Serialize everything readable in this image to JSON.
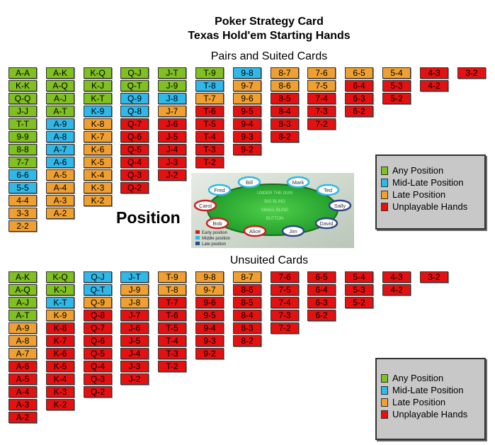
{
  "title_line1": "Poker Strategy Card",
  "title_line2": "Texas Hold'em Starting Hands",
  "section_suited": "Pairs and Suited Cards",
  "section_unsuited": "Unsuited Cards",
  "position_word": "Position",
  "colors": {
    "G": "#80c020",
    "B": "#30b8e8",
    "O": "#f0a030",
    "R": "#e51010"
  },
  "legend": [
    {
      "label": "Any Position",
      "color": "G"
    },
    {
      "label": "Mid-Late Position",
      "color": "B"
    },
    {
      "label": "Late Position",
      "color": "O"
    },
    {
      "label": "Unplayable Hands",
      "color": "R"
    }
  ],
  "suited_grid": [
    [
      [
        "A-A",
        "G"
      ],
      [
        "K-K",
        "G"
      ],
      [
        "Q-Q",
        "G"
      ],
      [
        "J-J",
        "G"
      ],
      [
        "T-T",
        "G"
      ],
      [
        "9-9",
        "G"
      ],
      [
        "8-8",
        "G"
      ],
      [
        "7-7",
        "G"
      ],
      [
        "6-6",
        "B"
      ],
      [
        "5-5",
        "B"
      ],
      [
        "4-4",
        "O"
      ],
      [
        "3-3",
        "O"
      ],
      [
        "2-2",
        "O"
      ]
    ],
    [
      [
        "A-K",
        "G"
      ],
      [
        "A-Q",
        "G"
      ],
      [
        "A-J",
        "G"
      ],
      [
        "A-T",
        "G"
      ],
      [
        "A-9",
        "B"
      ],
      [
        "A-8",
        "B"
      ],
      [
        "A-7",
        "B"
      ],
      [
        "A-6",
        "B"
      ],
      [
        "A-5",
        "O"
      ],
      [
        "A-4",
        "O"
      ],
      [
        "A-3",
        "O"
      ],
      [
        "A-2",
        "O"
      ]
    ],
    [
      [
        "K-Q",
        "G"
      ],
      [
        "K-J",
        "G"
      ],
      [
        "K-T",
        "G"
      ],
      [
        "K-9",
        "B"
      ],
      [
        "K-8",
        "O"
      ],
      [
        "K-7",
        "O"
      ],
      [
        "K-6",
        "O"
      ],
      [
        "K-5",
        "O"
      ],
      [
        "K-4",
        "O"
      ],
      [
        "K-3",
        "O"
      ],
      [
        "K-2",
        "O"
      ]
    ],
    [
      [
        "Q-J",
        "G"
      ],
      [
        "Q-T",
        "G"
      ],
      [
        "Q-9",
        "B"
      ],
      [
        "Q-8",
        "B"
      ],
      [
        "Q-7",
        "R"
      ],
      [
        "Q-6",
        "R"
      ],
      [
        "Q-5",
        "R"
      ],
      [
        "Q-4",
        "R"
      ],
      [
        "Q-3",
        "R"
      ],
      [
        "Q-2",
        "R"
      ]
    ],
    [
      [
        "J-T",
        "G"
      ],
      [
        "J-9",
        "G"
      ],
      [
        "J-8",
        "B"
      ],
      [
        "J-7",
        "O"
      ],
      [
        "J-6",
        "R"
      ],
      [
        "J-5",
        "R"
      ],
      [
        "J-4",
        "R"
      ],
      [
        "J-3",
        "R"
      ],
      [
        "J-2",
        "R"
      ]
    ],
    [
      [
        "T-9",
        "G"
      ],
      [
        "T-8",
        "B"
      ],
      [
        "T-7",
        "O"
      ],
      [
        "T-6",
        "R"
      ],
      [
        "T-5",
        "R"
      ],
      [
        "T-4",
        "R"
      ],
      [
        "T-3",
        "R"
      ],
      [
        "T-2",
        "R"
      ]
    ],
    [
      [
        "9-8",
        "B"
      ],
      [
        "9-7",
        "O"
      ],
      [
        "9-6",
        "O"
      ],
      [
        "9-5",
        "R"
      ],
      [
        "9-4",
        "R"
      ],
      [
        "9-3",
        "R"
      ],
      [
        "9-2",
        "R"
      ]
    ],
    [
      [
        "8-7",
        "O"
      ],
      [
        "8-6",
        "O"
      ],
      [
        "8-5",
        "R"
      ],
      [
        "8-4",
        "R"
      ],
      [
        "8-3",
        "R"
      ],
      [
        "8-2",
        "R"
      ]
    ],
    [
      [
        "7-6",
        "O"
      ],
      [
        "7-5",
        "O"
      ],
      [
        "7-4",
        "R"
      ],
      [
        "7-3",
        "R"
      ],
      [
        "7-2",
        "R"
      ]
    ],
    [
      [
        "6-5",
        "O"
      ],
      [
        "6-4",
        "R"
      ],
      [
        "6-3",
        "R"
      ],
      [
        "6-2",
        "R"
      ]
    ],
    [
      [
        "5-4",
        "O"
      ],
      [
        "5-3",
        "R"
      ],
      [
        "5-2",
        "R"
      ]
    ],
    [
      [
        "4-3",
        "R"
      ],
      [
        "4-2",
        "R"
      ]
    ],
    [
      [
        "3-2",
        "R"
      ]
    ]
  ],
  "unsuited_grid": [
    [
      [
        "A-K",
        "G"
      ],
      [
        "A-Q",
        "G"
      ],
      [
        "A-J",
        "G"
      ],
      [
        "A-T",
        "G"
      ],
      [
        "A-9",
        "O"
      ],
      [
        "A-8",
        "O"
      ],
      [
        "A-7",
        "O"
      ],
      [
        "A-6",
        "R"
      ],
      [
        "A-5",
        "R"
      ],
      [
        "A-4",
        "R"
      ],
      [
        "A-3",
        "R"
      ],
      [
        "A-2",
        "R"
      ]
    ],
    [
      [
        "K-Q",
        "G"
      ],
      [
        "K-J",
        "G"
      ],
      [
        "K-T",
        "B"
      ],
      [
        "K-9",
        "O"
      ],
      [
        "K-8",
        "R"
      ],
      [
        "K-7",
        "R"
      ],
      [
        "K-6",
        "R"
      ],
      [
        "K-5",
        "R"
      ],
      [
        "K-4",
        "R"
      ],
      [
        "K-3",
        "R"
      ],
      [
        "K-2",
        "R"
      ]
    ],
    [
      [
        "Q-J",
        "B"
      ],
      [
        "Q-T",
        "B"
      ],
      [
        "Q-9",
        "O"
      ],
      [
        "Q-8",
        "R"
      ],
      [
        "Q-7",
        "R"
      ],
      [
        "Q-6",
        "R"
      ],
      [
        "Q-5",
        "R"
      ],
      [
        "Q-4",
        "R"
      ],
      [
        "Q-3",
        "R"
      ],
      [
        "Q-2",
        "R"
      ]
    ],
    [
      [
        "J-T",
        "B"
      ],
      [
        "J-9",
        "O"
      ],
      [
        "J-8",
        "O"
      ],
      [
        "J-7",
        "R"
      ],
      [
        "J-6",
        "R"
      ],
      [
        "J-5",
        "R"
      ],
      [
        "J-4",
        "R"
      ],
      [
        "J-3",
        "R"
      ],
      [
        "J-2",
        "R"
      ]
    ],
    [
      [
        "T-9",
        "O"
      ],
      [
        "T-8",
        "O"
      ],
      [
        "T-7",
        "R"
      ],
      [
        "T-6",
        "R"
      ],
      [
        "T-5",
        "R"
      ],
      [
        "T-4",
        "R"
      ],
      [
        "T-3",
        "R"
      ],
      [
        "T-2",
        "R"
      ]
    ],
    [
      [
        "9-8",
        "O"
      ],
      [
        "9-7",
        "O"
      ],
      [
        "9-6",
        "R"
      ],
      [
        "9-5",
        "R"
      ],
      [
        "9-4",
        "R"
      ],
      [
        "9-3",
        "R"
      ],
      [
        "9-2",
        "R"
      ]
    ],
    [
      [
        "8-7",
        "O"
      ],
      [
        "8-6",
        "R"
      ],
      [
        "8-5",
        "R"
      ],
      [
        "8-4",
        "R"
      ],
      [
        "8-3",
        "R"
      ],
      [
        "8-2",
        "R"
      ]
    ],
    [
      [
        "7-6",
        "R"
      ],
      [
        "7-5",
        "R"
      ],
      [
        "7-4",
        "R"
      ],
      [
        "7-3",
        "R"
      ],
      [
        "7-2",
        "R"
      ]
    ],
    [
      [
        "6-5",
        "R"
      ],
      [
        "6-4",
        "R"
      ],
      [
        "6-3",
        "R"
      ],
      [
        "6-2",
        "R"
      ]
    ],
    [
      [
        "5-4",
        "R"
      ],
      [
        "5-3",
        "R"
      ],
      [
        "5-2",
        "R"
      ]
    ],
    [
      [
        "4-3",
        "R"
      ],
      [
        "4-2",
        "R"
      ]
    ],
    [
      [
        "3-2",
        "R"
      ]
    ]
  ],
  "table_diagram": {
    "players": [
      "Fred",
      "Bill",
      "Mark",
      "Ted",
      "Carol",
      "Sally",
      "Bob",
      "David",
      "Alice",
      "Jim"
    ],
    "table_text": [
      "UNDER THE GUN",
      "BIG BLIND",
      "SMALL BLIND",
      "BUTTON"
    ],
    "key": [
      "Early position",
      "Middle position",
      "Late position"
    ]
  }
}
